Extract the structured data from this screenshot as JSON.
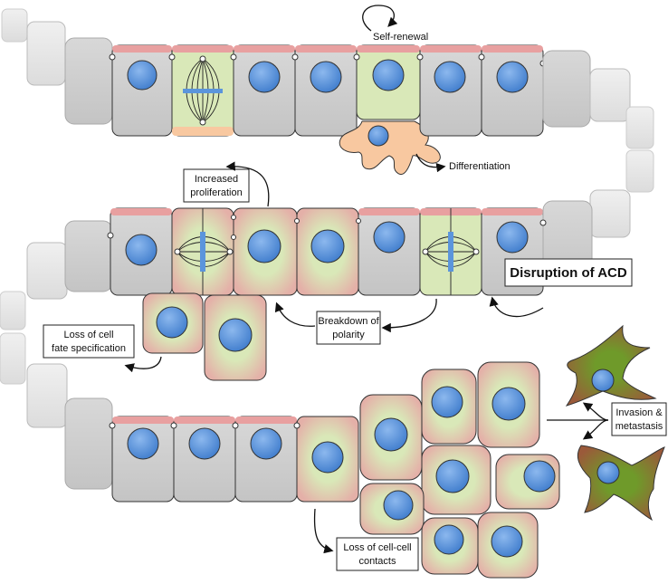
{
  "labels": {
    "self_renewal": "Self-renewal",
    "differentiation": "Differentiation",
    "increased_line1": "Increased",
    "increased_line2": "proliferation",
    "disruption": "Disruption of ACD",
    "breakdown_line1": "Breakdown of",
    "breakdown_line2": "polarity",
    "loss_fate_line1": "Loss of cell",
    "loss_fate_line2": "fate specification",
    "invasion_line1": "Invasion &",
    "invasion_line2": "metastasis",
    "loss_contacts_line1": "Loss of cell-cell",
    "loss_contacts_line2": "contacts"
  },
  "colors": {
    "grey_cell": "#cfcfcf",
    "green_cell": "#d9e8b8",
    "apical_pink": "#e8a0a0",
    "basal_orange": "#f8c8a0",
    "nucleus": "#5b95dc",
    "tumor_cell": "#6a8a30"
  }
}
